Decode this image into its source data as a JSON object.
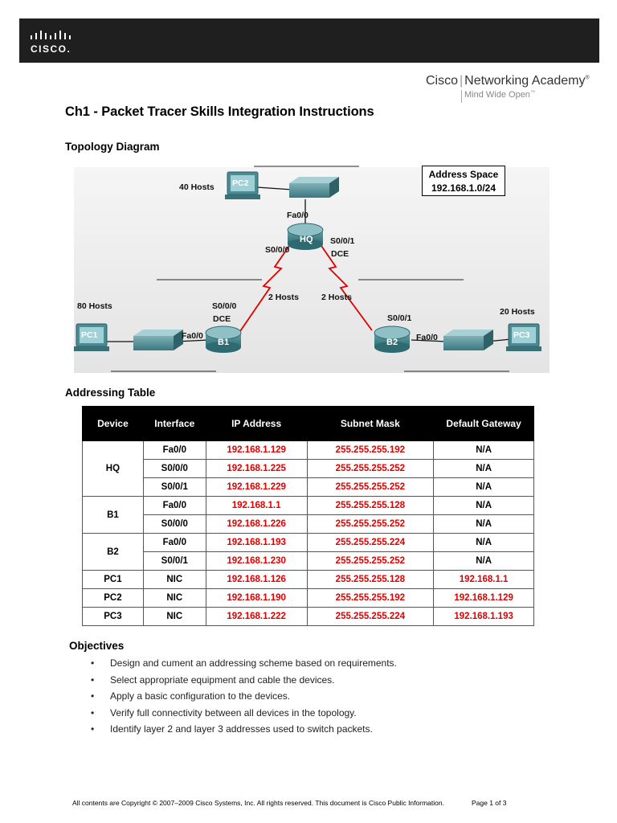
{
  "header": {
    "cisco_wordmark": "CISCO.",
    "academy_name_1": "Cisco",
    "academy_name_2": "Networking Academy",
    "academy_mark": "®",
    "academy_tagline": "Mind Wide Open",
    "tagline_mark": "™"
  },
  "title": "Ch1 - Packet Tracer Skills Integration Instructions",
  "topology": {
    "heading": "Topology Diagram",
    "address_space_label": "Address Space",
    "address_space_value": "192.168.1.0/24",
    "labels": {
      "pc2": "PC2",
      "pc1": "PC1",
      "pc3": "PC3",
      "hq": "HQ",
      "b1": "B1",
      "b2": "B2",
      "hosts_40": "40 Hosts",
      "hosts_80": "80 Hosts",
      "hosts_20": "20 Hosts",
      "hosts_2_left": "2 Hosts",
      "hosts_2_right": "2 Hosts",
      "hq_fa00": "Fa0/0",
      "hq_s000": "S0/0/0",
      "hq_s001": "S0/0/1",
      "hq_dce": "DCE",
      "b1_s000": "S0/0/0",
      "b1_dce": "DCE",
      "b1_fa00": "Fa0/0",
      "b2_s001": "S0/0/1",
      "b2_fa00": "Fa0/0"
    }
  },
  "addressing": {
    "heading": "Addressing Table",
    "columns": [
      "Device",
      "Interface",
      "IP Address",
      "Subnet Mask",
      "Default Gateway"
    ],
    "devices": [
      {
        "device": "HQ",
        "rows": [
          {
            "interface": "Fa0/0",
            "ip": "192.168.1.129",
            "mask": "255.255.255.192",
            "gateway": "N/A"
          },
          {
            "interface": "S0/0/0",
            "ip": "192.168.1.225",
            "mask": "255.255.255.252",
            "gateway": "N/A"
          },
          {
            "interface": "S0/0/1",
            "ip": "192.168.1.229",
            "mask": "255.255.255.252",
            "gateway": "N/A"
          }
        ]
      },
      {
        "device": "B1",
        "rows": [
          {
            "interface": "Fa0/0",
            "ip": "192.168.1.1",
            "mask": "255.255.255.128",
            "gateway": "N/A"
          },
          {
            "interface": "S0/0/0",
            "ip": "192.168.1.226",
            "mask": "255.255.255.252",
            "gateway": "N/A"
          }
        ]
      },
      {
        "device": "B2",
        "rows": [
          {
            "interface": "Fa0/0",
            "ip": "192.168.1.193",
            "mask": "255.255.255.224",
            "gateway": "N/A"
          },
          {
            "interface": "S0/0/1",
            "ip": "192.168.1.230",
            "mask": "255.255.255.252",
            "gateway": "N/A"
          }
        ]
      },
      {
        "device": "PC1",
        "rows": [
          {
            "interface": "NIC",
            "ip": "192.168.1.126",
            "mask": "255.255.255.128",
            "gateway": "192.168.1.1"
          }
        ]
      },
      {
        "device": "PC2",
        "rows": [
          {
            "interface": "NIC",
            "ip": "192.168.1.190",
            "mask": "255.255.255.192",
            "gateway": "192.168.1.129"
          }
        ]
      },
      {
        "device": "PC3",
        "rows": [
          {
            "interface": "NIC",
            "ip": "192.168.1.222",
            "mask": "255.255.255.224",
            "gateway": "192.168.1.193"
          }
        ]
      }
    ]
  },
  "objectives": {
    "heading": "Objectives",
    "bullet": "•",
    "items": [
      "Design and cument an addressing scheme based on requirements.",
      "Select appropriate equipment and cable the devices.",
      "Apply a basic configuration to the devices.",
      "Verify full connectivity between all devices in the topology.",
      "Identify layer 2 and layer 3 addresses used to switch packets."
    ]
  },
  "footer": {
    "copyright": "All contents are Copyright © 2007–2009 Cisco Systems, Inc. All rights reserved. This document is Cisco Public Information.",
    "page": "Page 1 of 3"
  },
  "colors": {
    "banner": "#1f1f1f",
    "table_header": "#000000",
    "red_value": "#e00000",
    "serial_link": "#e00000",
    "device_teal": "#3f7f86"
  }
}
